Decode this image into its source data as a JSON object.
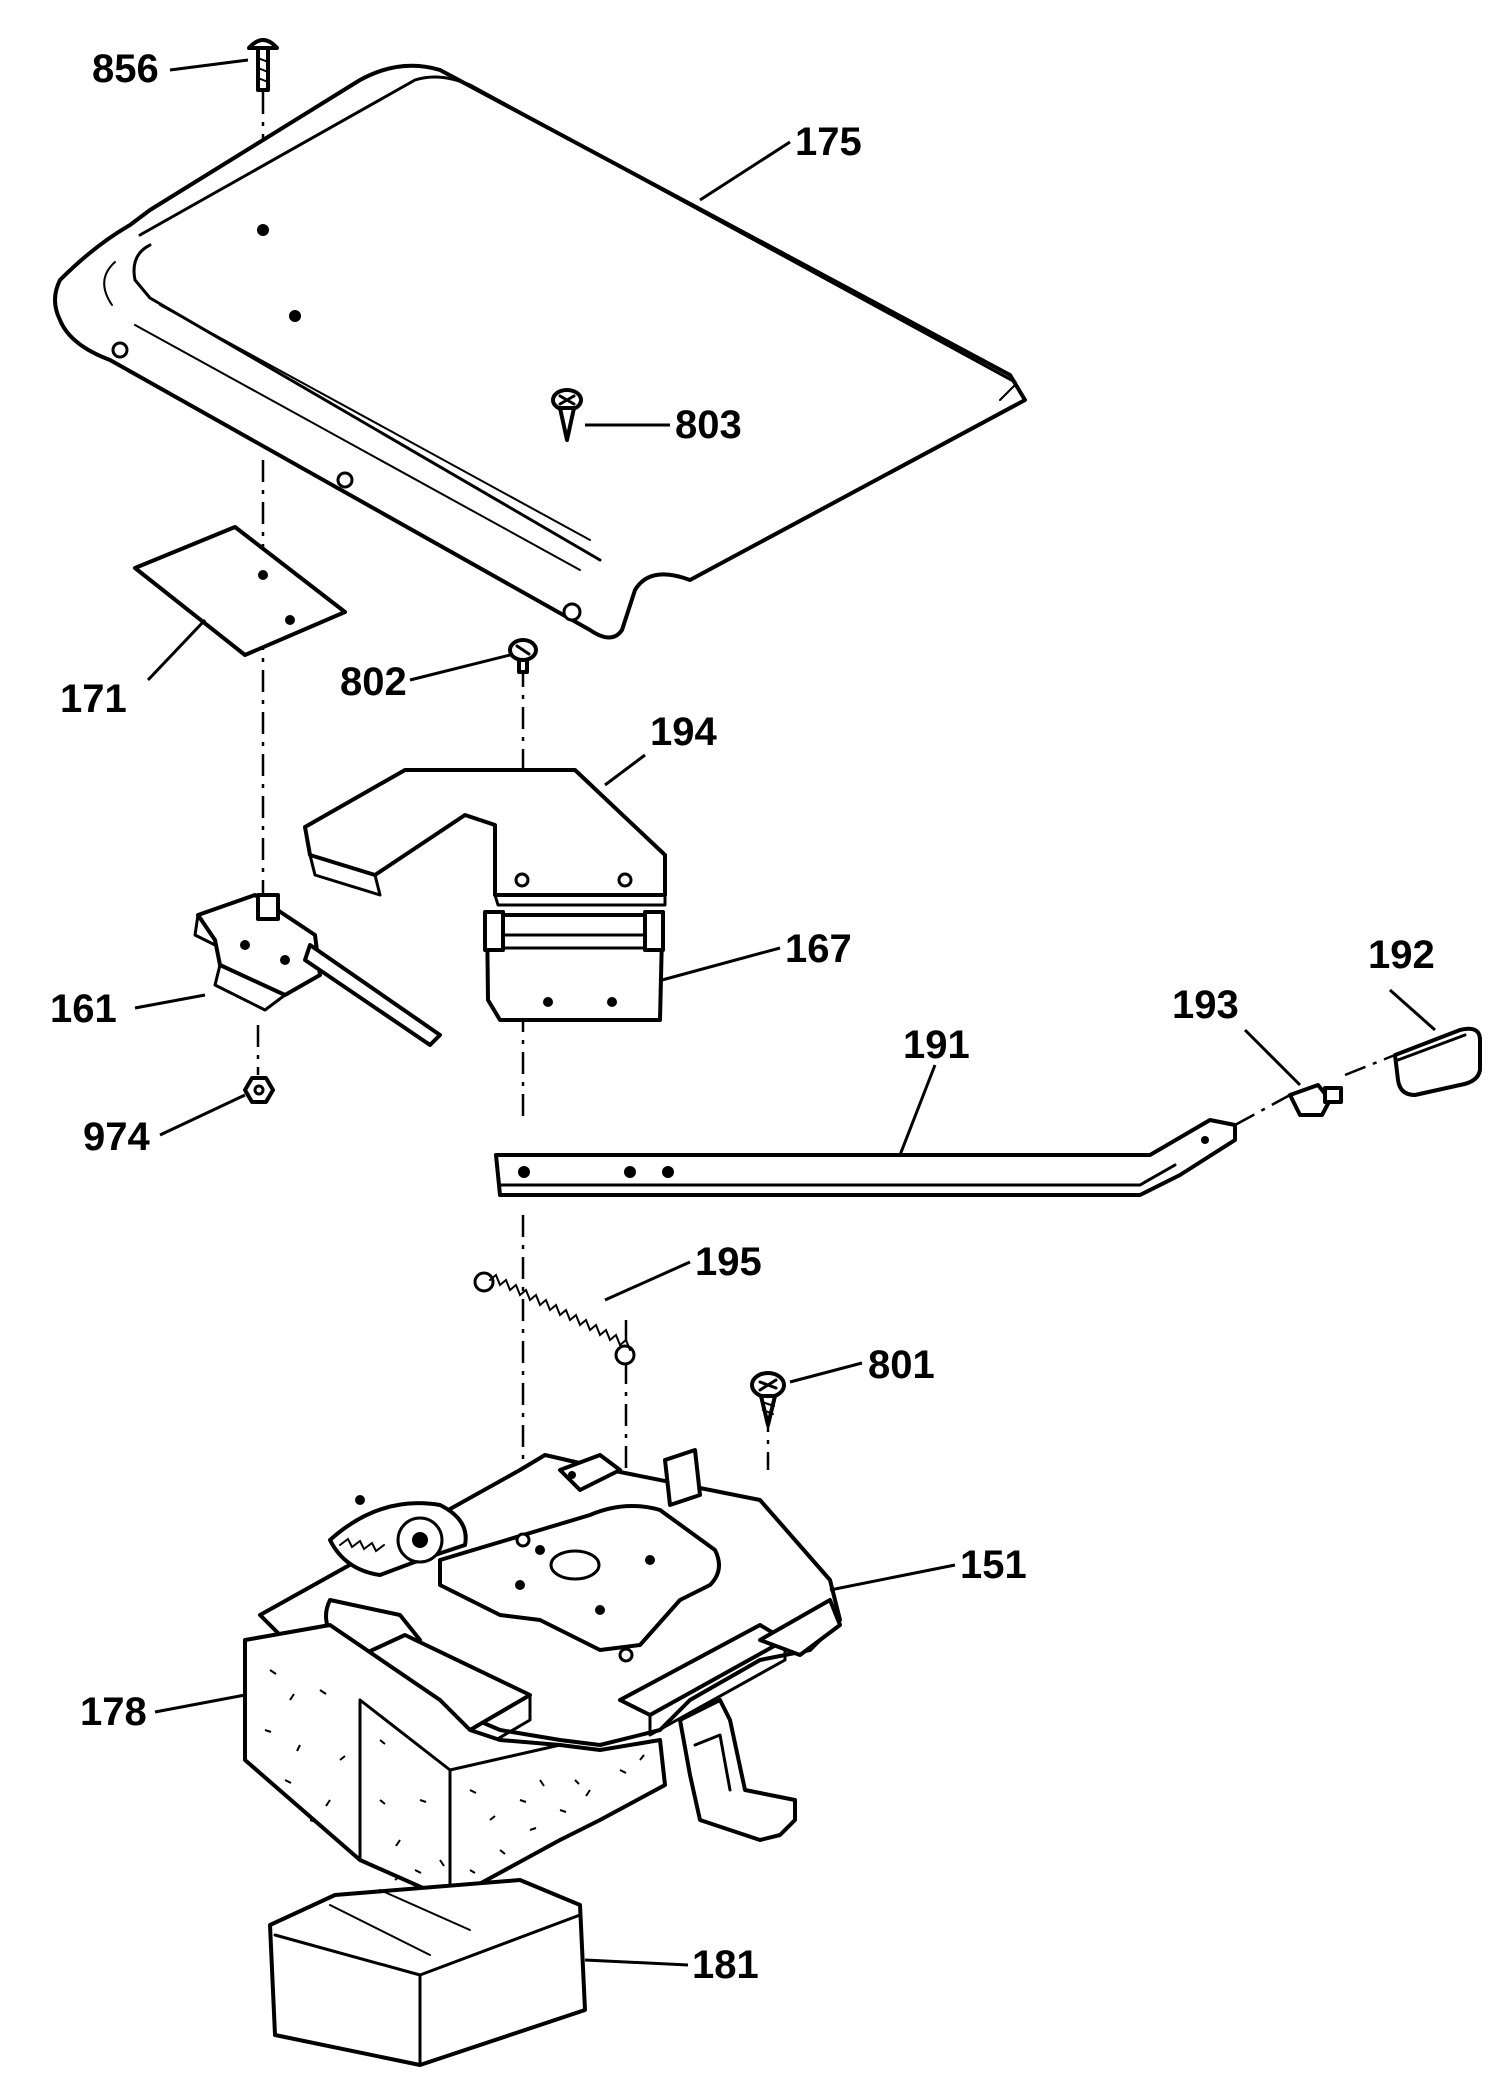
{
  "labels": {
    "p856": "856",
    "p175": "175",
    "p803": "803",
    "p171": "171",
    "p802": "802",
    "p194": "194",
    "p161": "161",
    "p167": "167",
    "p192": "192",
    "p193": "193",
    "p191": "191",
    "p974": "974",
    "p195": "195",
    "p801": "801",
    "p151": "151",
    "p178": "178",
    "p181": "181"
  }
}
